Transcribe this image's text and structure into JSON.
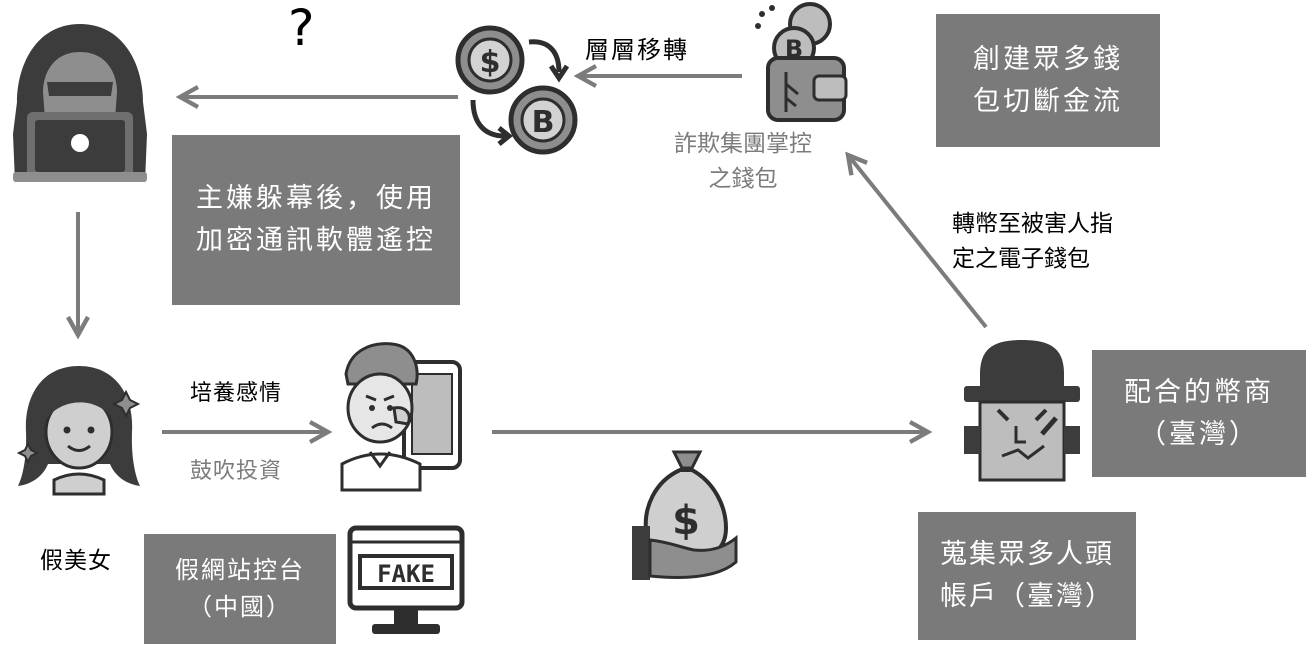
{
  "question_mark": "?",
  "boxes": {
    "mastermind": "主嫌躲幕後，使用\n加密通訊軟體遙控",
    "create_wallets": "創建眾多錢\n包切斷金流",
    "merchant": "配合的幣商\n（臺灣）",
    "fake_site": "假網站控台\n（中國）",
    "accounts": "蒐集眾多人頭\n帳戶（臺灣）"
  },
  "labels": {
    "layered_transfer": "層層移轉",
    "fraud_wallet": "詐欺集團掌控\n之錢包",
    "transfer_to_wallet": "轉幣至被害人指\n定之電子錢包",
    "build_feelings": "培養感情",
    "encourage_invest": "鼓吹投資",
    "fake_beauty": "假美女"
  },
  "colors": {
    "box_fill": "#7a7a7a",
    "arrow": "#7c7c7c",
    "icon_dark": "#3c3c3c",
    "icon_mid": "#8e8e8e",
    "icon_light": "#bdbdbd"
  },
  "icons": {
    "hacker": "hacker-laptop-icon",
    "coin_exchange": "coin-exchange-icon",
    "wallet": "crypto-wallet-icon",
    "spy": "spy-merchant-icon",
    "woman": "woman-avatar-icon",
    "victim": "victim-phone-icon",
    "money_bag": "money-bag-hand-icon",
    "fake_monitor": "fake-website-monitor-icon",
    "fake_text": "FAKE"
  }
}
